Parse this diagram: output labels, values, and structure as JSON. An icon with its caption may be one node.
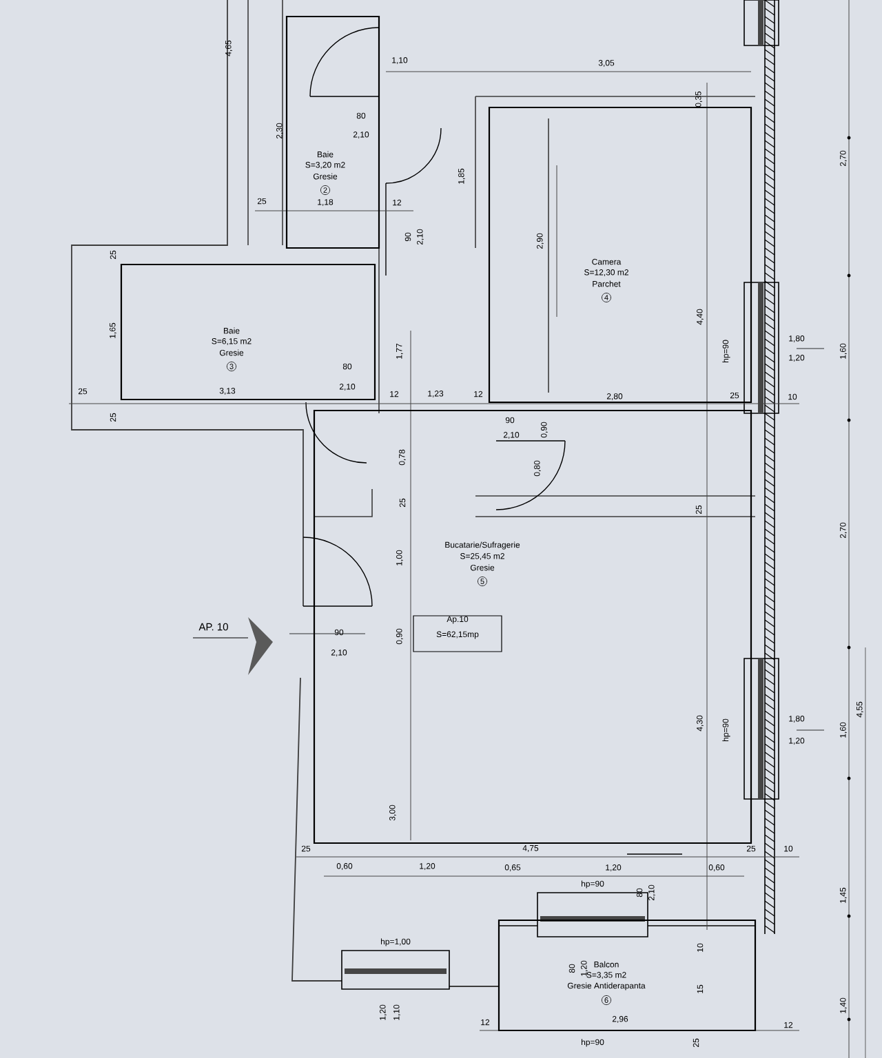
{
  "diagram": {
    "nodes": [
      {
        "text": [
          "Baie",
          "S=3,20 m2",
          "Gresie",
          "2"
        ]
      },
      {
        "text": [
          "Baie",
          "S=6,15 m2",
          "Gresie",
          "3"
        ]
      },
      {
        "text": [
          "Camera",
          "S=12,30 m2",
          "Parchet",
          "4"
        ]
      },
      {
        "text": [
          "Bucatarie/Sufragerie",
          "S=25,45 m2",
          "Gresie",
          "5"
        ]
      },
      {
        "text": [
          "Balcon",
          "S=3,35 m2",
          "Gresie Antiderapanta",
          "6"
        ]
      },
      {
        "text": [
          "Ap.10",
          "S=62,15mp"
        ],
        "in": 3
      }
    ],
    "labels": [
      "4,65",
      "2,30",
      "1,10",
      "3,05",
      "0,35",
      "80",
      "2,10",
      "1,85",
      "25",
      "1,18",
      "12",
      "90",
      "2,10",
      "2,90",
      "2,70",
      "25",
      "1,65",
      "1,77",
      "4,40",
      "hp=90",
      "1,80",
      "1,20",
      "1,60",
      "80",
      "2,10",
      "25",
      "3,13",
      "12",
      "1,23",
      "12",
      "90",
      "0,90",
      "2,80",
      "25",
      "10",
      "2,10",
      "25",
      "0,78",
      "0,80",
      "25",
      "25",
      "2,70",
      "1,00",
      "AP. 10",
      "90",
      "2,10",
      "0,90",
      "4,30",
      "hp=90",
      "1,80",
      "1,20",
      "1,60",
      "4,55",
      "3,00",
      "25",
      "4,75",
      "25",
      "10",
      "0,60",
      "1,20",
      "0,65",
      "1,20",
      "0,60",
      "1,45",
      "hp=90",
      "80",
      "2,10",
      "hp=1,00",
      "80",
      "1,20",
      "10",
      "15",
      "1,20",
      "1,10",
      "12",
      "2,96",
      "12",
      "1,40",
      "hp=90",
      "25"
    ]
  }
}
